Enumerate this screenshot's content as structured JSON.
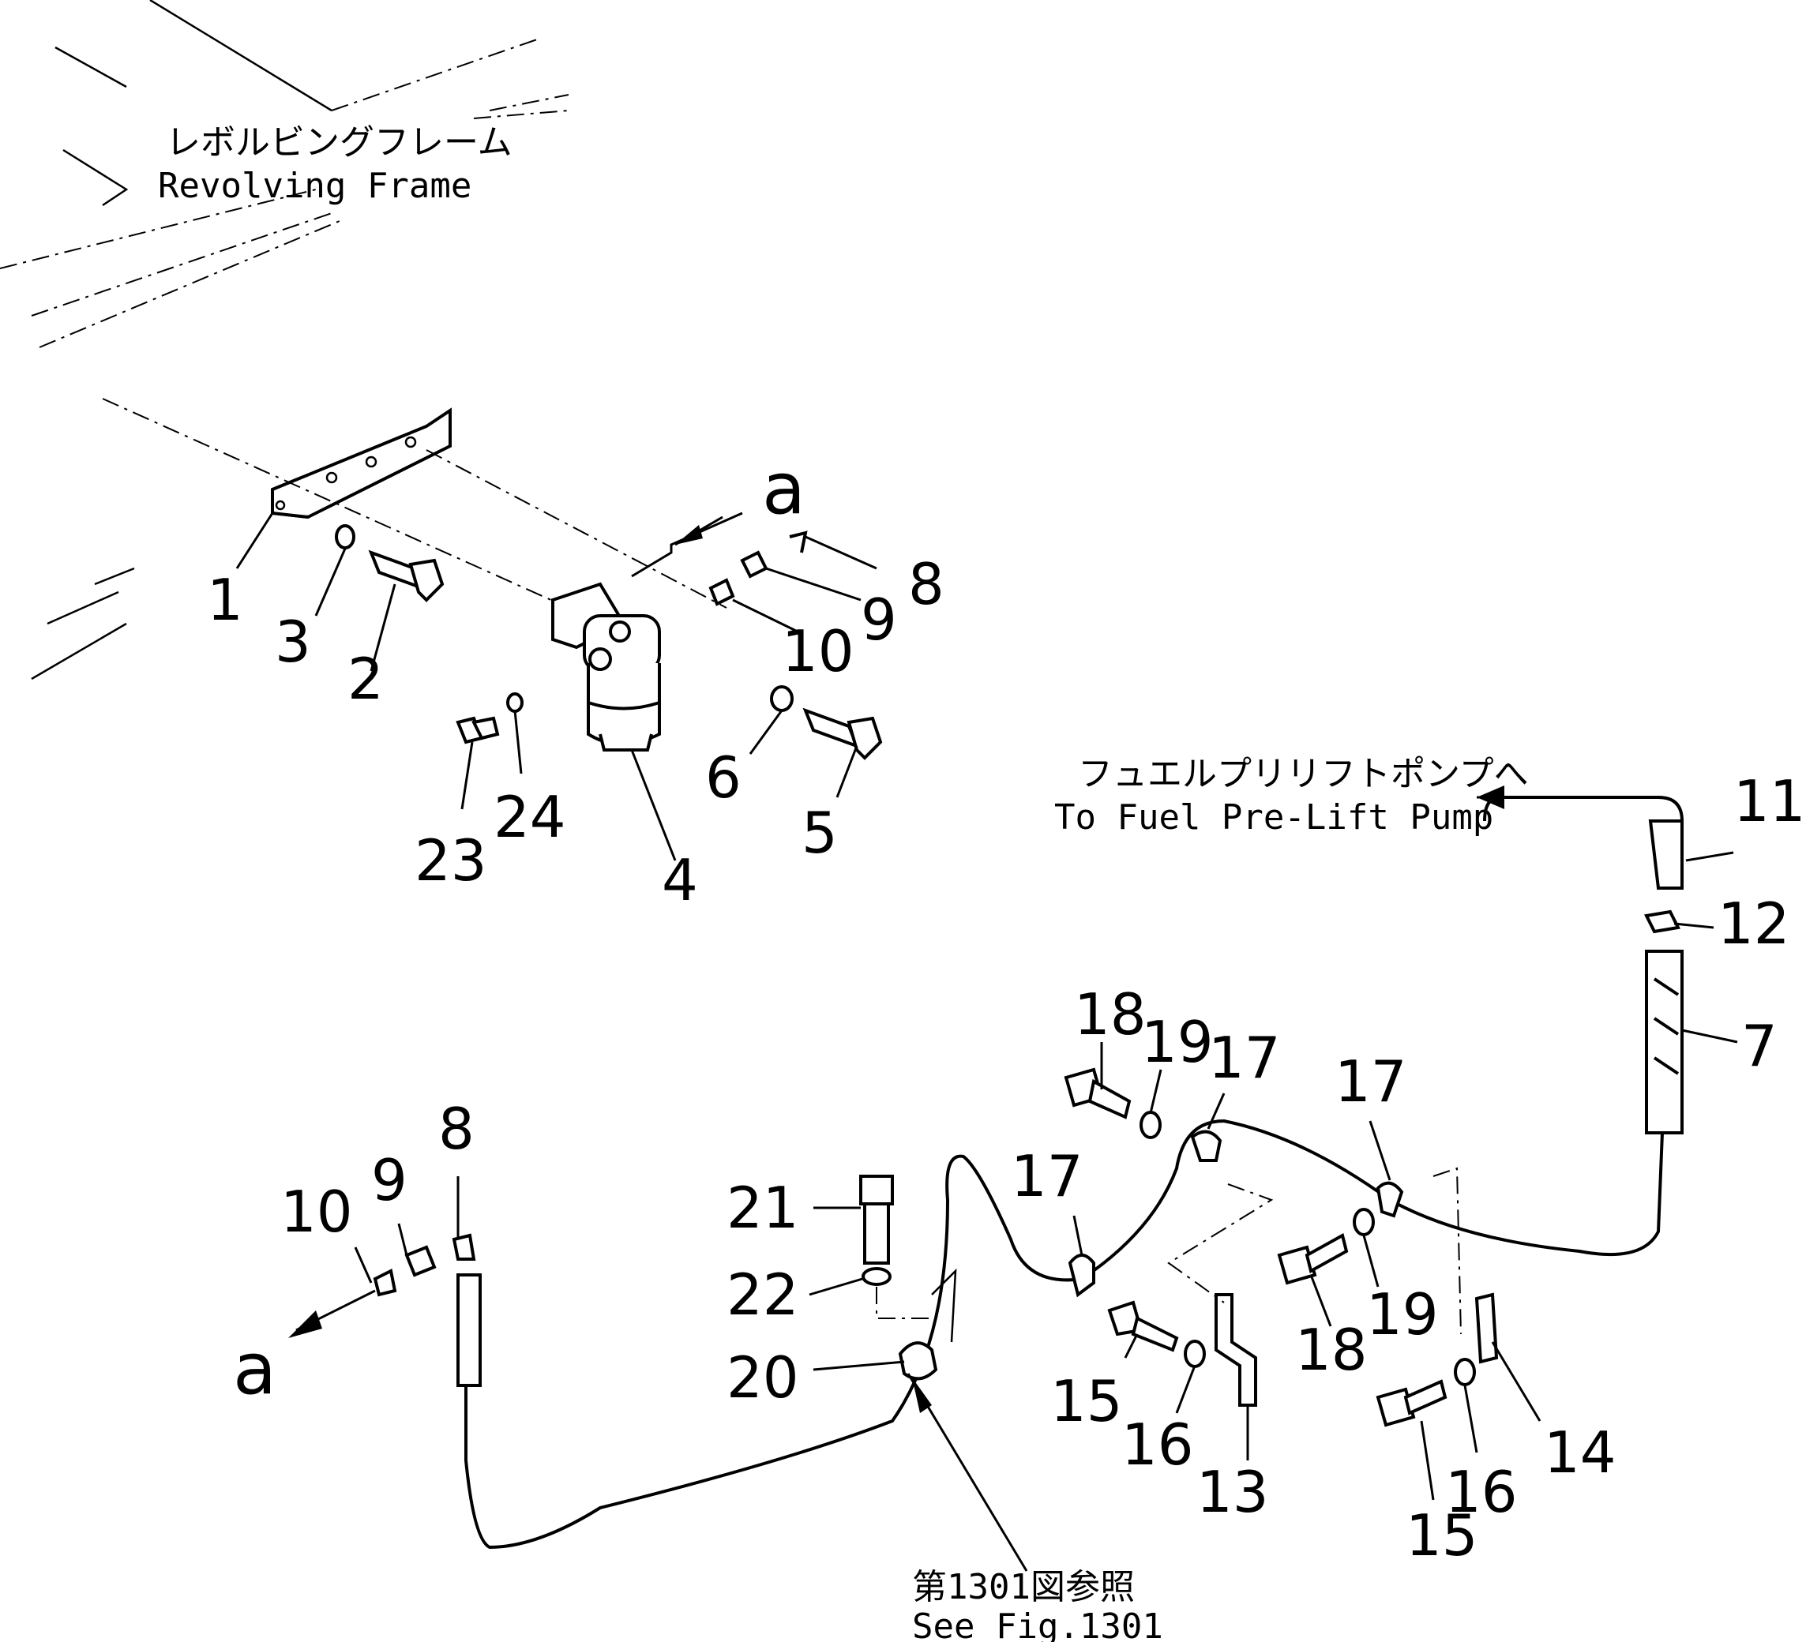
{
  "callouts": {
    "revolving_frame_jp": "レボルビングフレーム",
    "revolving_frame_en": "Revolving Frame",
    "pre_lift_pump_jp": "フュエルプリリフトポンプへ",
    "pre_lift_pump_en": "To Fuel Pre-Lift Pump",
    "see_fig_jp": "第1301図参照",
    "see_fig_en": "See Fig.1301"
  },
  "ref_letters": {
    "a_top": "a",
    "a_bottom": "a"
  },
  "labels": {
    "p1": "1",
    "p2": "2",
    "p3": "3",
    "p4": "4",
    "p5": "5",
    "p6": "6",
    "p7": "7",
    "p8a": "8",
    "p8b": "8",
    "p9a": "9",
    "p9b": "9",
    "p10a": "10",
    "p10b": "10",
    "p11": "11",
    "p12": "12",
    "p13": "13",
    "p14": "14",
    "p15a": "15",
    "p15b": "15",
    "p16a": "16",
    "p16b": "16",
    "p17a": "17",
    "p17b": "17",
    "p17c": "17",
    "p18a": "18",
    "p18b": "18",
    "p19a": "19",
    "p19b": "19",
    "p20": "20",
    "p21": "21",
    "p22": "22",
    "p23": "23",
    "p24": "24"
  }
}
